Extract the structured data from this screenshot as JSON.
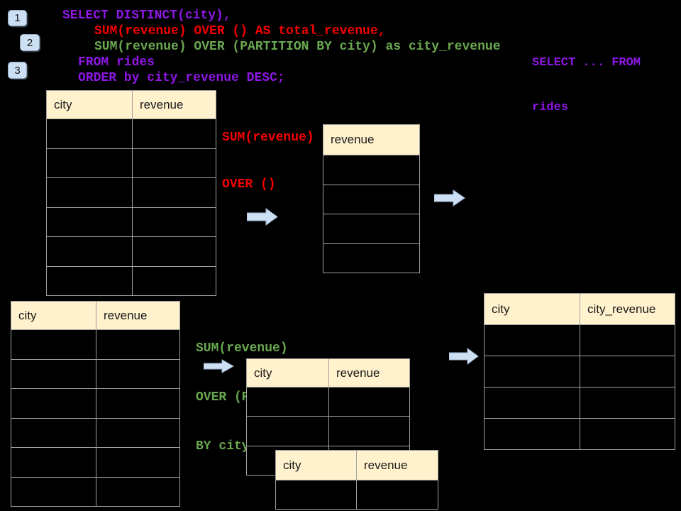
{
  "palette": {
    "background": "#000000",
    "purple": "#8E17E4",
    "red": "#F30000",
    "green": "#6AA84F",
    "table_header_fill": "#FFF2CC",
    "table_border": "#A0A0A0",
    "arrow_fill": "#CDE0F4",
    "badge_fill": "#CDE0F3"
  },
  "badges": [
    {
      "label": "1"
    },
    {
      "label": "2"
    },
    {
      "label": "3"
    }
  ],
  "sql": {
    "lines": [
      {
        "text": "SELECT DISTINCT(city),",
        "color": "#8E17E4"
      },
      {
        "text": "SUM(revenue) OVER () AS total_revenue,",
        "color": "#F30000"
      },
      {
        "text": "SUM(revenue) OVER (PARTITION BY city) as city_revenue",
        "color": "#6AA84F"
      },
      {
        "text": "FROM rides",
        "color": "#8E17E4"
      },
      {
        "text": "ORDER by city_revenue DESC;",
        "color": "#8E17E4"
      }
    ]
  },
  "side_note": {
    "line1": "SELECT ... FROM",
    "line2": "rides",
    "color": "#8E17E4"
  },
  "annotations": {
    "total_revenue": {
      "line1": "SUM(revenue)",
      "line2": "OVER ()",
      "color": "#F30000"
    },
    "partition": {
      "line1": "SUM(revenue)",
      "line2": "OVER (PARTITION",
      "line3": "BY city)",
      "color": "#6AA84F"
    }
  },
  "tables": {
    "source_top": {
      "headers": [
        "city",
        "revenue"
      ],
      "body_rows": 6
    },
    "revenue_only": {
      "headers": [
        "revenue"
      ],
      "body_rows": 4
    },
    "source_bottom": {
      "headers": [
        "city",
        "revenue"
      ],
      "body_rows": 6
    },
    "partition_mid": {
      "headers": [
        "city",
        "revenue"
      ],
      "body_rows": 3
    },
    "partition_overlay": {
      "headers": [
        "city",
        "revenue"
      ],
      "body_rows": 1
    },
    "result_right": {
      "headers": [
        "city",
        "city_revenue"
      ],
      "body_rows": 4
    }
  }
}
